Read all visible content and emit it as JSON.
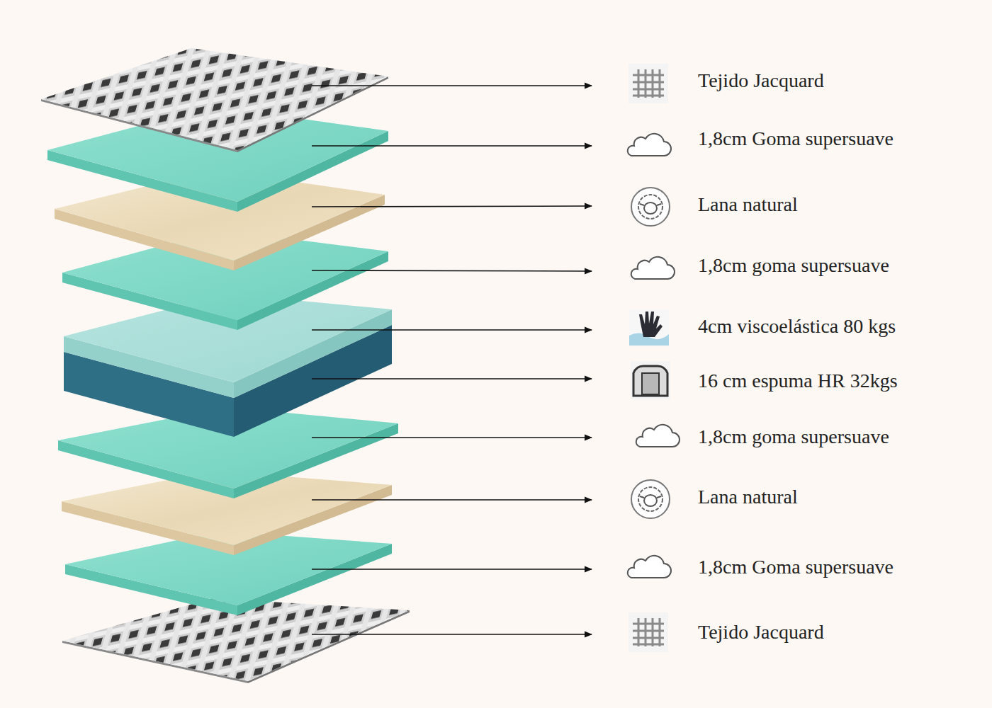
{
  "diagram": {
    "labels": [
      "Tejido Jacquard",
      "1,8cm Goma supersuave",
      "Lana natural",
      "1,8cm goma supersuave",
      "4cm viscoelástica 80 kgs",
      "16 cm espuma HR 32kgs",
      "1,8cm goma supersuave",
      "Lana natural",
      "1,8cm Goma supersuave",
      "Tejido Jacquard"
    ]
  }
}
